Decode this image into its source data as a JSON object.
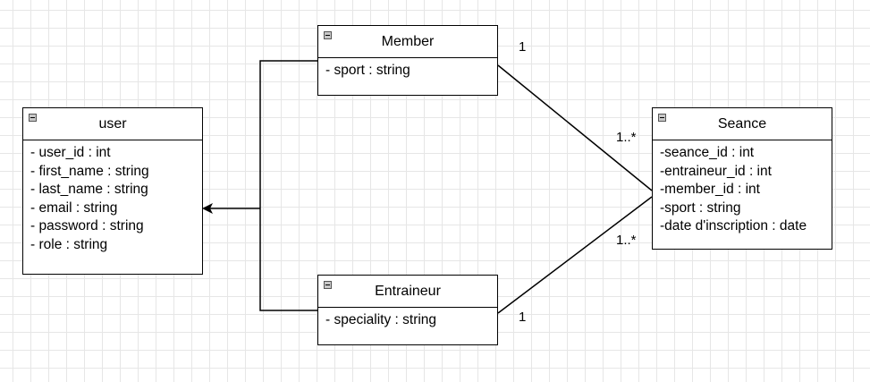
{
  "classes": {
    "user": {
      "name": "user",
      "attributes": [
        "- user_id : int",
        "- first_name : string",
        "- last_name : string",
        "- email : string",
        "- password : string",
        "- role : string"
      ]
    },
    "member": {
      "name": "Member",
      "attributes": [
        "- sport : string"
      ]
    },
    "entraineur": {
      "name": "Entraineur",
      "attributes": [
        "- speciality : string"
      ]
    },
    "seance": {
      "name": "Seance",
      "attributes": [
        "-seance_id : int",
        "-entraineur_id : int",
        "-member_id : int",
        "-sport : string",
        "-date d'inscription : date"
      ]
    }
  },
  "multiplicities": {
    "member_end": "1",
    "seance_member_end": "1..*",
    "seance_entraineur_end": "1..*",
    "entraineur_end": "1"
  }
}
